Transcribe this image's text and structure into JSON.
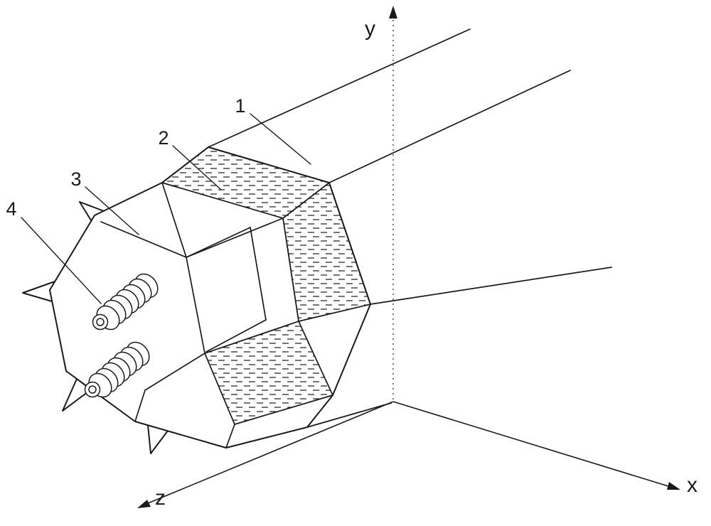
{
  "figure": {
    "title": "octagonal-tunnel-segment-cutaway-diagram",
    "part_labels": [
      {
        "label": "1"
      },
      {
        "label": "2"
      },
      {
        "label": "3"
      },
      {
        "label": "4"
      }
    ],
    "axes": {
      "x_label": "x",
      "y_label": "y",
      "z_label": "z"
    },
    "colors": {
      "background": "#ffffff",
      "line": "#1a1a1a",
      "axis_dotted": "#555555"
    }
  }
}
